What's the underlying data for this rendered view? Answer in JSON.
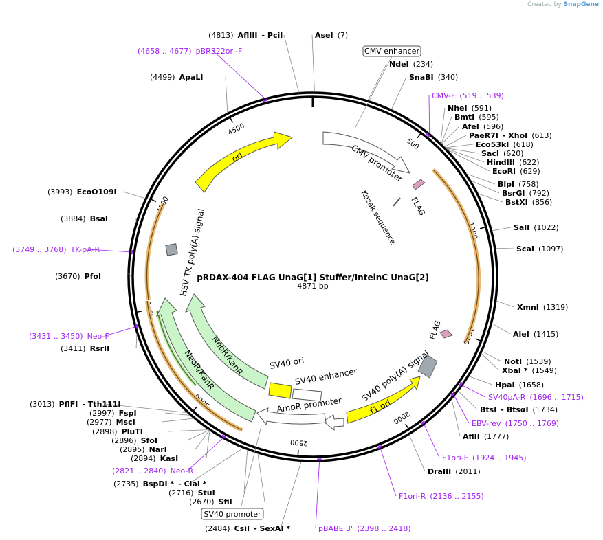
{
  "brand": {
    "prefix": "Created by",
    "name": "SnapGene"
  },
  "plasmid": {
    "name": "pRDAX-404   FLAG UnaG[1] Stuffer/InteinC UnaG[2]",
    "size_label": "4871 bp",
    "length": 4871
  },
  "colors": {
    "feature_yellow": "#ffff00",
    "feature_green": "#c9f5c9",
    "primer_purple": "#a020f0",
    "site_label": "#000000",
    "orange_arc": "#d79a3c",
    "dark_green_arc": "#3a7a2a",
    "pink_flag": "#d9a0c0",
    "polyA_gray": "#a0a8b0"
  },
  "ticks": [
    {
      "bp": 500,
      "label": "500"
    },
    {
      "bp": 1000,
      "label": "1000"
    },
    {
      "bp": 1500,
      "label": "1500"
    },
    {
      "bp": 2000,
      "label": "2000"
    },
    {
      "bp": 2500,
      "label": "2500"
    },
    {
      "bp": 3000,
      "label": "3000"
    },
    {
      "bp": 3500,
      "label": "3500"
    },
    {
      "bp": 4000,
      "label": "4000"
    },
    {
      "bp": 4500,
      "label": "4500"
    }
  ],
  "site_labels": [
    {
      "parts": [
        "(4813)",
        "AflIII",
        "- PciI"
      ]
    },
    {
      "parts": [
        "AseI",
        "(7)"
      ]
    },
    {
      "parts": [
        "(4658 .. 4677)",
        "pBR322ori-F"
      ],
      "primer": true
    },
    {
      "parts": [
        "NdeI",
        "(234)"
      ]
    },
    {
      "parts": [
        "(4499)",
        "ApaLI"
      ]
    },
    {
      "parts": [
        "SnaBI",
        "(340)"
      ]
    },
    {
      "parts": [
        "CMV-F",
        "(519 .. 539)"
      ],
      "primer": true
    },
    {
      "parts": [
        "NheI",
        "(591)"
      ]
    },
    {
      "parts": [
        "BmtI",
        "(595)"
      ]
    },
    {
      "parts": [
        "AfeI",
        "(596)"
      ]
    },
    {
      "parts": [
        "PaeR7I",
        "- XhoI",
        "(613)"
      ]
    },
    {
      "parts": [
        "Eco53kI",
        "(618)"
      ]
    },
    {
      "parts": [
        "SacI",
        "(620)"
      ]
    },
    {
      "parts": [
        "HindIII",
        "(622)"
      ]
    },
    {
      "parts": [
        "EcoRI",
        "(629)"
      ]
    },
    {
      "parts": [
        "BlpI",
        "(758)"
      ]
    },
    {
      "parts": [
        "BsrGI",
        "(792)"
      ]
    },
    {
      "parts": [
        "BstXI",
        "(856)"
      ]
    },
    {
      "parts": [
        "(3993)",
        "EcoO109I"
      ]
    },
    {
      "parts": [
        "SalI",
        "(1022)"
      ]
    },
    {
      "parts": [
        "(3884)",
        "BsaI"
      ]
    },
    {
      "parts": [
        "ScaI",
        "(1097)"
      ]
    },
    {
      "parts": [
        "(3749 .. 3768)",
        "TK-pA-R"
      ],
      "primer": true
    },
    {
      "parts": [
        "(3670)",
        "PfoI"
      ]
    },
    {
      "parts": [
        "XmnI",
        "(1319)"
      ]
    },
    {
      "parts": [
        "AleI",
        "(1415)"
      ]
    },
    {
      "parts": [
        "(3431 .. 3450)",
        "Neo-F"
      ],
      "primer": true
    },
    {
      "parts": [
        "(3411)",
        "RsrII"
      ]
    },
    {
      "parts": [
        "NotI",
        "(1539)"
      ]
    },
    {
      "parts": [
        "XbaI *",
        "(1549)"
      ]
    },
    {
      "parts": [
        "HpaI",
        "(1658)"
      ]
    },
    {
      "parts": [
        "SV40pA-R",
        "(1696 .. 1715)"
      ],
      "primer": true
    },
    {
      "parts": [
        "(3013)",
        "PflFI",
        "- Tth111I"
      ]
    },
    {
      "parts": [
        "(2997)",
        "FspI"
      ]
    },
    {
      "parts": [
        "BtsI",
        "- BtsαI",
        "(1734)"
      ]
    },
    {
      "parts": [
        "(2977)",
        "MscI"
      ]
    },
    {
      "parts": [
        "EBV-rev",
        "(1750 .. 1769)"
      ],
      "primer": true
    },
    {
      "parts": [
        "(2898)",
        "PluTI"
      ]
    },
    {
      "parts": [
        "(2896)",
        "SfoI"
      ]
    },
    {
      "parts": [
        "AflII",
        "(1777)"
      ]
    },
    {
      "parts": [
        "(2895)",
        "NarI"
      ]
    },
    {
      "parts": [
        "(2894)",
        "KasI"
      ]
    },
    {
      "parts": [
        "F1ori-F",
        "(1924 .. 1945)"
      ],
      "primer": true
    },
    {
      "parts": [
        "(2821 .. 2840)",
        "Neo-R"
      ],
      "primer": true
    },
    {
      "parts": [
        "DraIII",
        "(2011)"
      ]
    },
    {
      "parts": [
        "(2735)",
        "BspDI *",
        "- ClaI *"
      ]
    },
    {
      "parts": [
        "(2716)",
        "StuI"
      ]
    },
    {
      "parts": [
        "F1ori-R",
        "(2136 .. 2155)"
      ],
      "primer": true
    },
    {
      "parts": [
        "(2670)",
        "SfiI"
      ]
    },
    {
      "parts": [
        "(2484)",
        "CsiI",
        "- SexAI *"
      ]
    },
    {
      "parts": [
        "pBABE 3'",
        "(2398 .. 2418)"
      ],
      "primer": true
    }
  ],
  "features": {
    "cmv_enhancer": "CMV enhancer",
    "cmv_promoter": "CMV promoter",
    "flag1": "FLAG",
    "kozak": "Kozak sequence",
    "flag2": "FLAG",
    "sv40_polyA": "SV40 poly(A) signal",
    "f1_ori": "f1 ori",
    "sv40_ori": "SV40 ori",
    "sv40_enhancer": "SV40 enhancer",
    "ampr_promoter": "AmpR promoter",
    "sv40_promoter": "SV40 promoter",
    "neo1": "NeoR/KanR",
    "neo2": "NeoR/KanR",
    "hsv_polyA": "HSV TK poly(A) signal",
    "ori": "ori"
  }
}
